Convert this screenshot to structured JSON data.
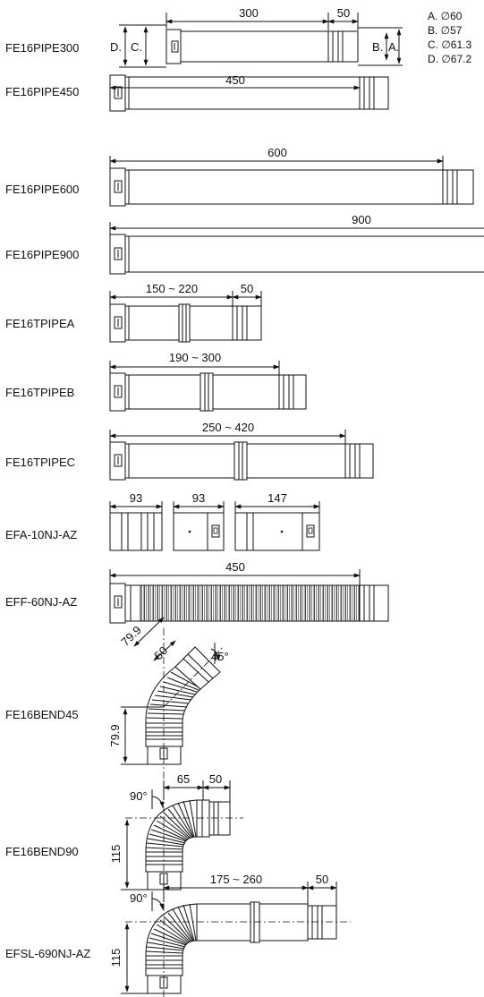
{
  "products": {
    "fe16pipe300": "FE16PIPE300",
    "fe16pipe450": "FE16PIPE450",
    "fe16pipe600": "FE16PIPE600",
    "fe16pipe900": "FE16PIPE900",
    "fe16tpipea": "FE16TPIPEA",
    "fe16tpipeb": "FE16TPIPEB",
    "fe16tpipec": "FE16TPIPEC",
    "efa10nj": "EFA-10NJ-AZ",
    "eff60nj": "EFF-60NJ-AZ",
    "fe16bend45": "FE16BEND45",
    "fe16bend90": "FE16BEND90",
    "efsl690nj": "EFSL-690NJ-AZ"
  },
  "legend": {
    "a": "A. ∅60",
    "b": "B. ∅57",
    "c": "C. ∅61.3",
    "d": "D. ∅67.2"
  },
  "letters": {
    "a": "A.",
    "b": "B.",
    "c": "C.",
    "d": "D."
  },
  "dims": {
    "pipe300_len": "300",
    "pipe300_end": "50",
    "pipe450_len": "450",
    "pipe600_len": "600",
    "pipe900_len": "900",
    "tpipea_len": "150 ~ 220",
    "tpipea_end": "50",
    "tpipeb_len": "190 ~ 300",
    "tpipec_len": "250 ~ 420",
    "efa_1": "93",
    "efa_2": "93",
    "efa_3": "147",
    "eff_len": "450",
    "bend45_diag": "79.9",
    "bend45_end": "50",
    "bend45_angle": "45°",
    "bend45_vert": "79.9",
    "bend90_angle": "90°",
    "bend90_h": "65",
    "bend90_end": "50",
    "bend90_vert": "115",
    "efsl_angle": "90°",
    "efsl_len": "175 ~ 260",
    "efsl_end": "50",
    "efsl_vert": "115"
  }
}
